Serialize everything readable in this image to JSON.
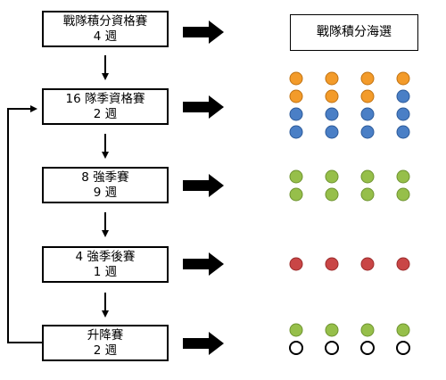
{
  "title": "戰隊積分海選",
  "stages": [
    {
      "line1": "戰隊積分資格賽",
      "line2": "4 週",
      "dots": [
        [
          "orange",
          "orange",
          "orange",
          "orange"
        ]
      ]
    },
    {
      "line1": "16 隊季資格賽",
      "line2": "2 週",
      "dots": [
        [
          "orange",
          "orange",
          "orange",
          "blue"
        ],
        [
          "blue",
          "blue",
          "blue",
          "blue"
        ],
        [
          "blue",
          "blue",
          "blue",
          "blue"
        ]
      ]
    },
    {
      "line1": "8 強季賽",
      "line2": "9 週",
      "dots": [
        [
          "green",
          "green",
          "green",
          "green"
        ],
        [
          "green",
          "green",
          "green",
          "green"
        ]
      ]
    },
    {
      "line1": "4 強季後賽",
      "line2": "1 週",
      "dots": [
        [
          "red",
          "red",
          "red",
          "red"
        ]
      ]
    },
    {
      "line1": "升降賽",
      "line2": "2 週",
      "dots": [
        [
          "green",
          "green",
          "green",
          "green"
        ],
        [
          "empty",
          "empty",
          "empty",
          "empty"
        ]
      ]
    }
  ],
  "colors": {
    "orange": "#f39b2a",
    "blue": "#4a7fc6",
    "green": "#96bf4a",
    "red": "#c94646",
    "empty": "#ffffff"
  }
}
